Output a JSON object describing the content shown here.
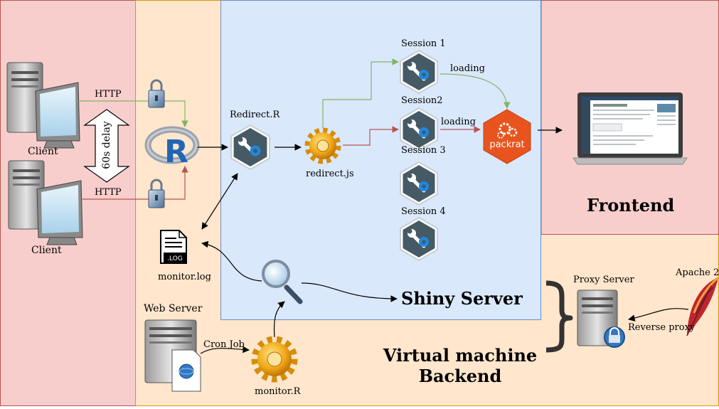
{
  "labels": {
    "client_top": "Client",
    "client_bottom": "Client",
    "http_top": "HTTP",
    "http_bottom": "HTTP",
    "delay": "60s delay",
    "redirect_r": "Redirect.R",
    "redirect_js": "redirect.js",
    "session1": "Session 1",
    "session2": "Session2",
    "session3": "Session 3",
    "session4": "Session 4",
    "loading1": "loading",
    "loading2": "loading",
    "packrat": "packrat",
    "frontend": "Frontend",
    "monitor_log": "monitor.log",
    "log_badge": ".LOG",
    "shiny_server": "Shiny Server",
    "web_server": "Web Server",
    "cron_job": "Cron Job",
    "monitor_r": "monitor.R",
    "vm_line1": "Virtual machine",
    "vm_line2": "Backend",
    "proxy_server": "Proxy Server",
    "apache": "Apache 2",
    "reverse_proxy": "Reverse proxy",
    "r_letter": "R"
  },
  "colors": {
    "pink_zone": "#f8cecc",
    "pink_border": "#b85450",
    "peach_zone": "#ffe6cc",
    "peach_border": "#d79b00",
    "blue_zone": "#dae8fc",
    "blue_border": "#6c8ebf",
    "green_arrow": "#82b366",
    "red_arrow": "#b85450",
    "hex_dark": "#455a64",
    "shiny_blue": "#1e88e5",
    "packrat_orange": "#e8541e",
    "gear_gold": "#f0a818"
  }
}
